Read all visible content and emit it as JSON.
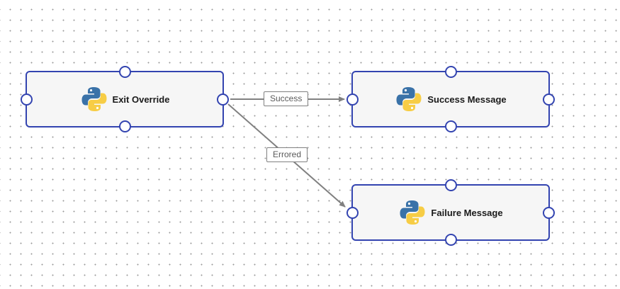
{
  "flow": {
    "nodes": {
      "exit_override": {
        "label": "Exit Override",
        "icon": "python-icon"
      },
      "success_message": {
        "label": "Success Message",
        "icon": "python-icon"
      },
      "failure_message": {
        "label": "Failure Message",
        "icon": "python-icon"
      }
    },
    "edges": {
      "success": {
        "label": "Success",
        "from": "Exit Override",
        "to": "Success Message"
      },
      "errored": {
        "label": "Errored",
        "from": "Exit Override",
        "to": "Failure Message"
      }
    }
  },
  "colors": {
    "node_border": "#3344b0",
    "node_fill": "#f6f6f6",
    "edge": "#808080",
    "python_blue": "#3a72a8",
    "python_yellow": "#f7cd45"
  }
}
